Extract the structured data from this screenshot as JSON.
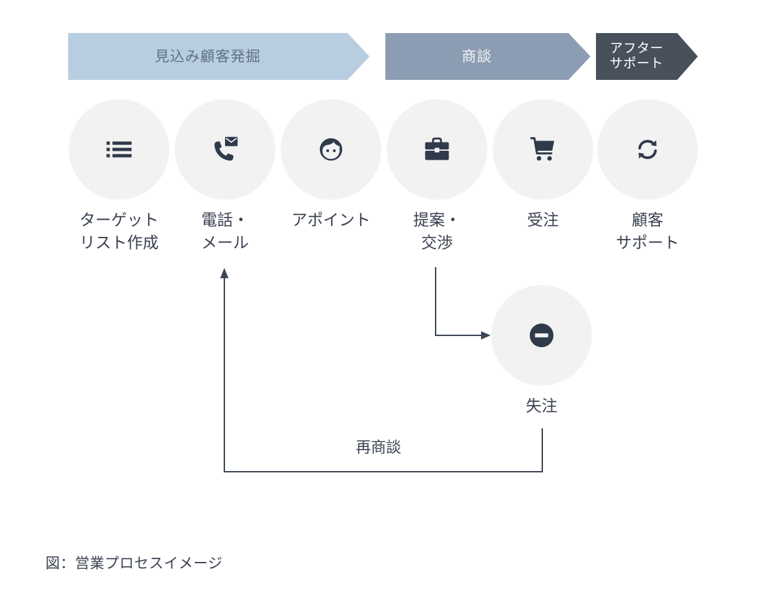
{
  "phases": [
    {
      "label": "見込み顧客発掘"
    },
    {
      "label": "商談"
    },
    {
      "label": "アフター\nサポート"
    }
  ],
  "steps": [
    {
      "icon": "list-icon",
      "label": "ターゲット\nリスト作成"
    },
    {
      "icon": "phone-mail-icon",
      "label": "電話・\nメール"
    },
    {
      "icon": "face-icon",
      "label": "アポイント"
    },
    {
      "icon": "briefcase-icon",
      "label": "提案・\n交渉"
    },
    {
      "icon": "cart-icon",
      "label": "受注"
    },
    {
      "icon": "refresh-icon",
      "label": "顧客\nサポート"
    }
  ],
  "lost": {
    "icon": "minus-circle-icon",
    "label": "失注"
  },
  "renegotiation": {
    "label": "再商談"
  },
  "caption": "図：営業プロセスイメージ",
  "colors": {
    "phase_1": "#b8cde0",
    "phase_2": "#8c9cb2",
    "phase_3": "#48505c",
    "circle": "#f2f2f2",
    "icon": "#2f3a4b",
    "line": "#3e4654"
  }
}
